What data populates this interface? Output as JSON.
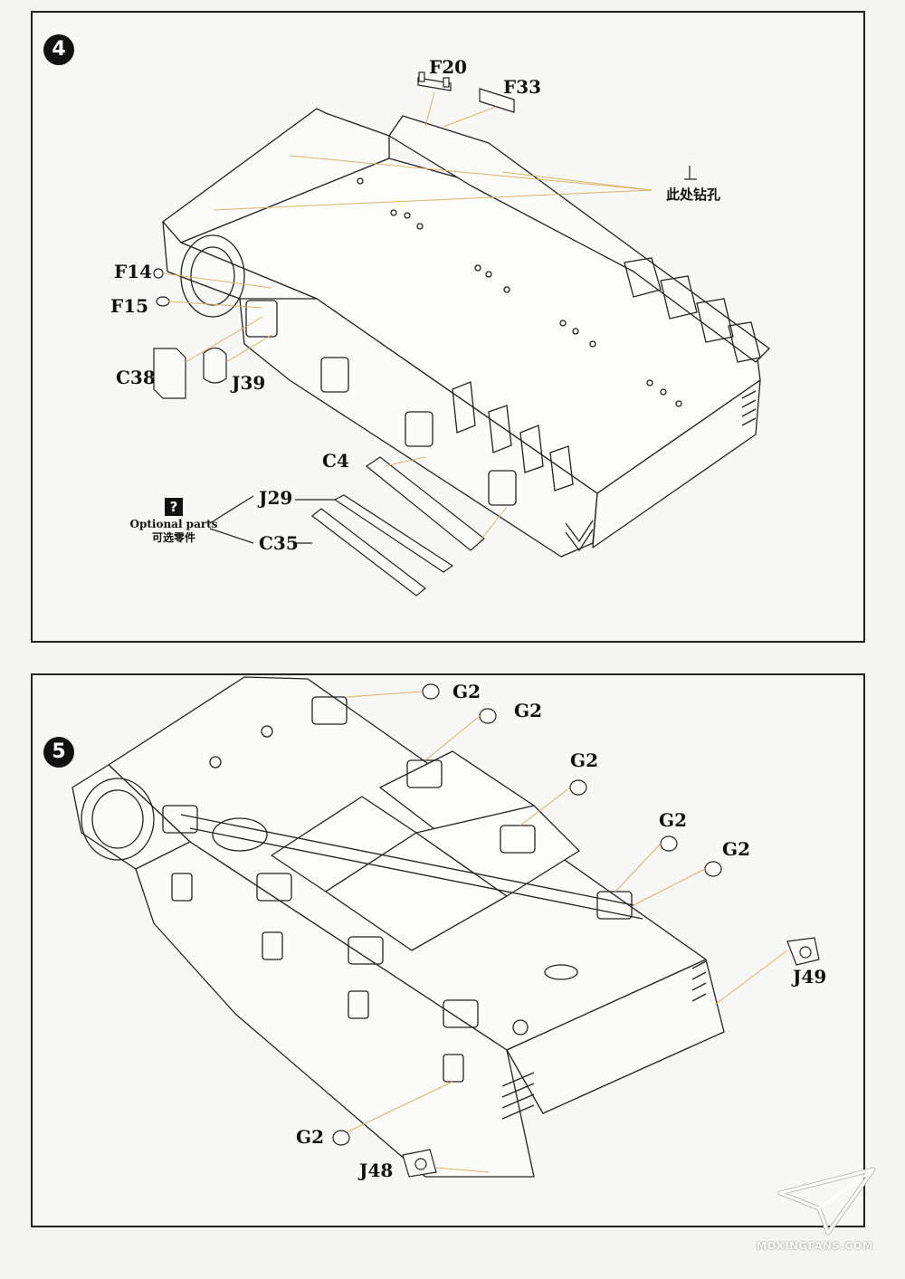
{
  "step4": {
    "number": "4",
    "labels": {
      "F20": "F20",
      "F33": "F33",
      "F14": "F14",
      "F15": "F15",
      "C38": "C38",
      "J39": "J39",
      "C4": "C4",
      "J29": "J29",
      "C35": "C35"
    },
    "drill_note": "此处钻孔",
    "optional": {
      "badge": "?",
      "label_en": "Optional parts",
      "label_cn": "可选零件"
    }
  },
  "step5": {
    "number": "5",
    "labels": {
      "G2_a": "G2",
      "G2_b": "G2",
      "G2_c": "G2",
      "G2_d": "G2",
      "G2_e": "G2",
      "G2_f": "G2",
      "J49": "J49",
      "J48": "J48"
    }
  },
  "watermark": {
    "text": "MOXINGFANS.COM"
  },
  "colors": {
    "line": "#222222",
    "leader": "#d9b36a",
    "badge": "#111111"
  }
}
